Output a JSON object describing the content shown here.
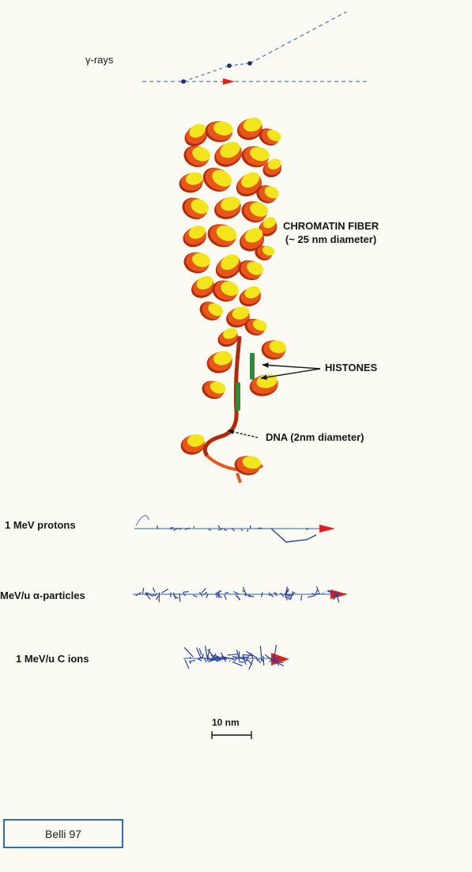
{
  "labels": {
    "gamma_rays": "γ-rays",
    "chromatin_title": "CHROMATIN  FIBER",
    "chromatin_sub": "(~ 25 nm diameter)",
    "histones": "HISTONES",
    "dna": "DNA   (2nm diameter)",
    "scale_bar": "10 nm"
  },
  "tracks": [
    {
      "label": "1 MeV protons"
    },
    {
      "label": "MeV/u α-particles"
    },
    {
      "label": "1 MeV/u C ions"
    }
  ],
  "reference": "Belli 97",
  "colors": {
    "background": "#fbfbf4",
    "nucleosome_body": "#e8561a",
    "nucleosome_dark": "#b4280c",
    "nucleosome_face": "#f2e51c",
    "histone": "#2f8a3a",
    "track_line": "#4f7fbe",
    "track_arrow": "#e02020",
    "track_damage": "#2a3f9a",
    "reference_border": "#2f6fb1"
  }
}
